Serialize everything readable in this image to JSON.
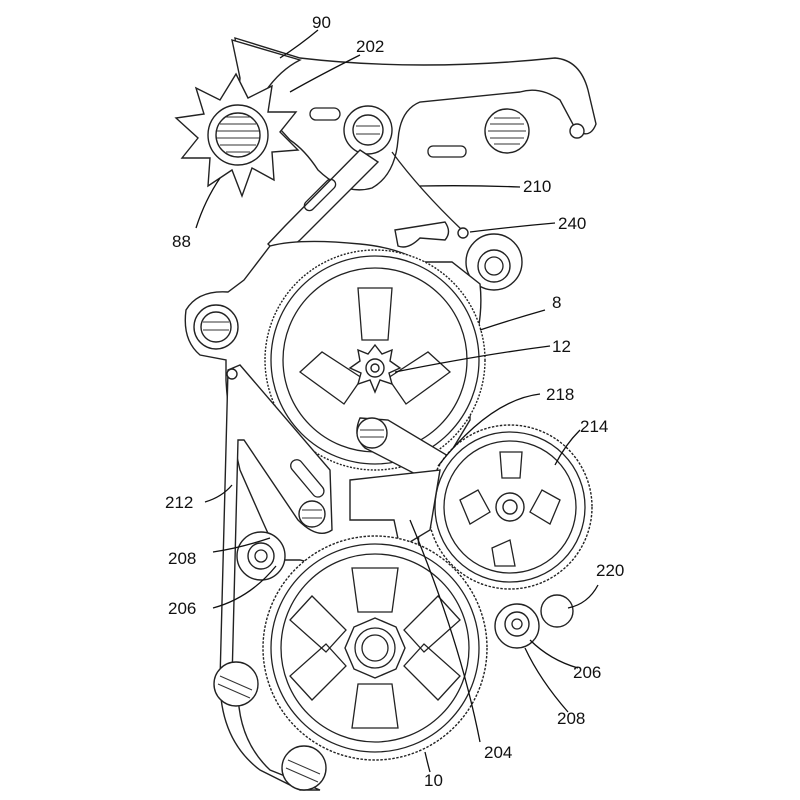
{
  "labels": {
    "l90": "90",
    "l202": "202",
    "l210": "210",
    "l240": "240",
    "l88": "88",
    "l8": "8",
    "l12": "12",
    "l218": "218",
    "l214": "214",
    "l212": "212",
    "l208a": "208",
    "l206a": "206",
    "l220": "220",
    "l206b": "206",
    "l208b": "208",
    "l204": "204",
    "l10": "10"
  },
  "colors": {
    "line": "#222222",
    "background": "#ffffff"
  }
}
